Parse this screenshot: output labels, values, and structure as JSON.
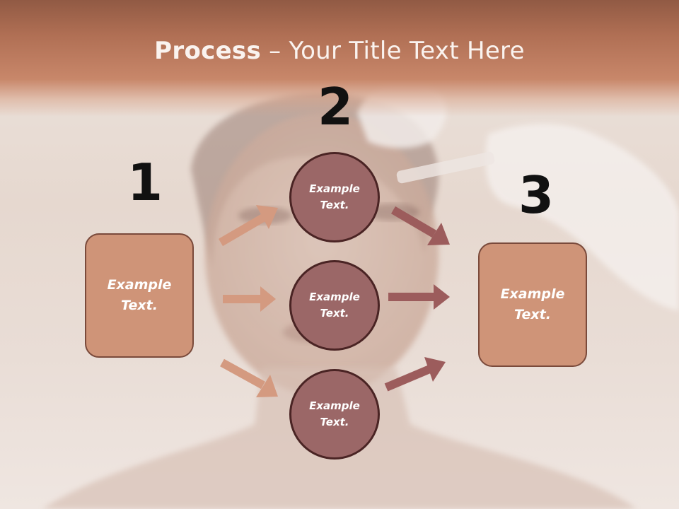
{
  "slide": {
    "title_bold": "Process",
    "title_rest": " – Your Title Text Here"
  },
  "steps": {
    "step1": {
      "number": "1",
      "box_text": "Example\nText."
    },
    "step2": {
      "number": "2",
      "circles": [
        {
          "text": "Example\nText."
        },
        {
          "text": "Example\nText."
        },
        {
          "text": "Example\nText."
        }
      ]
    },
    "step3": {
      "number": "3",
      "box_text": "Example\nText."
    }
  },
  "colors": {
    "title_band": "#b87458",
    "box_fill": "#cf9478",
    "box_border": "#7a4a3b",
    "circle_fill": "#9b6767",
    "circle_border": "#4a2424",
    "arrow_left": "#d49a80",
    "arrow_right": "#9c5c5c"
  }
}
